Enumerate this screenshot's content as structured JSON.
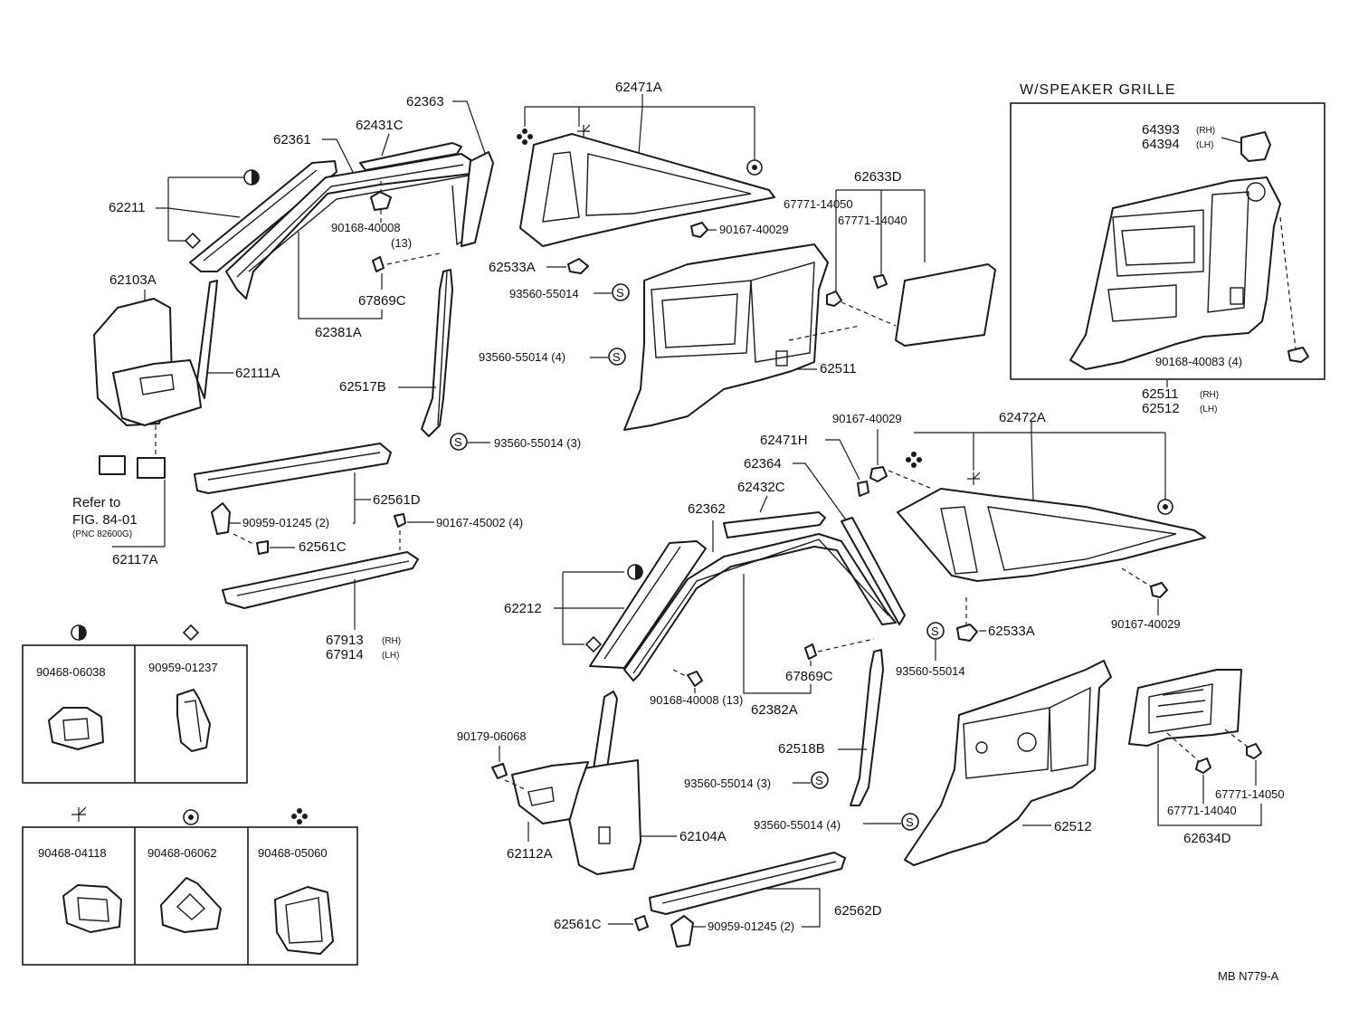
{
  "header": {
    "speaker_grille": "W/SPEAKER GRILLE"
  },
  "footer": {
    "code": "MB  N779-A"
  },
  "refer": {
    "line1": "Refer to",
    "line2": "FIG. 84-01",
    "line3": "(PNC 82600G)"
  },
  "labels": {
    "p62471A": "62471A",
    "p62363": "62363",
    "p62431C": "62431C",
    "p62361": "62361",
    "p62211": "62211",
    "p90168_40008_13_a": "90168-40008",
    "qty13_a": "(13)",
    "p67869C_a": "67869C",
    "p62381A": "62381A",
    "p62103A": "62103A",
    "p62111A": "62111A",
    "p62517B": "62517B",
    "p90167_40029_a": "90167-40029",
    "p62533A_a": "62533A",
    "p93560_55014_a": "93560-55014",
    "p93560_55014_4_a": "93560-55014 (4)",
    "p93560_55014_3_a": "93560-55014 (3)",
    "p62633D": "62633D",
    "p67771_14050_a": "67771-14050",
    "p67771_14040_a": "67771-14040",
    "p62511": "62511",
    "p62561D": "62561D",
    "p90959_01245_2_a": "90959-01245 (2)",
    "p90167_45002_4": "90167-45002 (4)",
    "p62561C_a": "62561C",
    "p62117A": "62117A",
    "p67913": "67913",
    "rh_a": "(RH)",
    "p67914": "67914",
    "lh_a": "(LH)",
    "p64393": "64393",
    "rh_b": "(RH)",
    "p64394": "64394",
    "lh_b": "(LH)",
    "p90168_40083_4": "90168-40083 (4)",
    "p62511_rh": "62511",
    "rh_c": "(RH)",
    "p62512_lh": "62512",
    "lh_c": "(LH)",
    "p90167_40029_b": "90167-40029",
    "p62472A": "62472A",
    "p62471H": "62471H",
    "p62364": "62364",
    "p62432C": "62432C",
    "p62362": "62362",
    "p62212": "62212",
    "p67869C_b": "67869C",
    "p62533A_b": "62533A",
    "p93560_55014_b": "93560-55014",
    "p90167_40029_c": "90167-40029",
    "p62382A": "62382A",
    "p90168_40008_13_b": "90168-40008 (13)",
    "p62518B": "62518B",
    "p90179_06068": "90179-06068",
    "p93560_55014_3_b": "93560-55014 (3)",
    "p93560_55014_4_b": "93560-55014 (4)",
    "p62512": "62512",
    "p62112A": "62112A",
    "p62104A": "62104A",
    "p67771_14050_b": "67771-14050",
    "p67771_14040_b": "67771-14040",
    "p62634D": "62634D",
    "p62562D": "62562D",
    "p62561C_b": "62561C",
    "p90959_01245_2_b": "90959-01245 (2)",
    "clip_90468_06038": "90468-06038",
    "clip_90959_01237": "90959-01237",
    "clip_90468_04118": "90468-04118",
    "clip_90468_06062": "90468-06062",
    "clip_90468_05060": "90468-05060"
  }
}
